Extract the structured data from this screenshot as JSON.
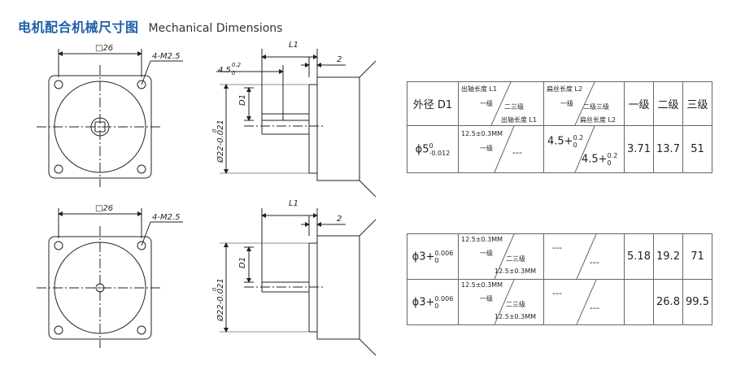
{
  "header": {
    "title_cn": "电机配合机械尺寸图",
    "title_en": "Mechanical Dimensions"
  },
  "drawing": {
    "square_top": "□26",
    "holes_top": "4-M2.5",
    "square_bot": "□26",
    "holes_bot": "4-M2.5",
    "l1_top": "L1",
    "two_top": "2",
    "d1_top": "D1",
    "dia_top": "Ø22-0.021",
    "dia_top_sup": "0",
    "offset_top": "4.5",
    "offset_top_sup": "0.2",
    "offset_top_sub": "0",
    "l1_bot": "L1",
    "two_bot": "2",
    "d1_bot": "D1",
    "dia_bot": "Ø22-0.021",
    "dia_bot_sup": "0"
  },
  "table_top": {
    "h_od": "外径 D1",
    "h_shaft_top": "出轴长度 L1",
    "h_shaft_l1": "一级",
    "h_shaft_l23": "二三级",
    "h_shaft_bot": "出轴长度 L1",
    "h_flat_top": "扁丝长度 L2",
    "h_flat_l1": "一级",
    "h_flat_l23": "二级三级",
    "h_flat_bot": "扁丝长度 L2",
    "h_s1": "一级",
    "h_s2": "二级",
    "h_s3": "三级",
    "r_od": "ϕ5",
    "r_od_sup": "0",
    "r_od_sub": "-0.012",
    "r_shaft_top": "12.5±0.3MM",
    "r_shaft_l1": "一级",
    "r_shaft_dash": "---",
    "r_flat_a": "4.5+",
    "r_flat_a_sup": "0.2",
    "r_flat_a_sub": "0",
    "r_flat_b": "4.5+",
    "r_flat_b_sup": "0.2",
    "r_flat_b_sub": "0",
    "r_s1": "3.71",
    "r_s2": "13.7",
    "r_s3": "51"
  },
  "table_bot": {
    "r1_od": "ϕ3+",
    "r1_od_sup": "0.006",
    "r1_od_sub": "0",
    "r1_shaft_top": "12.5±0.3MM",
    "r1_shaft_l1": "一级",
    "r1_shaft_l23": "二三级",
    "r1_shaft_bot": "12.5±0.3MM",
    "r1_flat_a": "---",
    "r1_flat_b": "---",
    "r1_s1": "5.18",
    "r1_s2": "19.2",
    "r1_s3": "71",
    "r2_od": "ϕ3+",
    "r2_od_sup": "0.006",
    "r2_od_sub": "0",
    "r2_shaft_top": "12.5±0.3MM",
    "r2_shaft_l1": "一级",
    "r2_shaft_l23": "二三级",
    "r2_shaft_bot": "12.5±0.3MM",
    "r2_flat_a": "---",
    "r2_flat_b": "---",
    "r2_s1": "",
    "r2_s2": "26.8",
    "r2_s3": "99.5"
  }
}
